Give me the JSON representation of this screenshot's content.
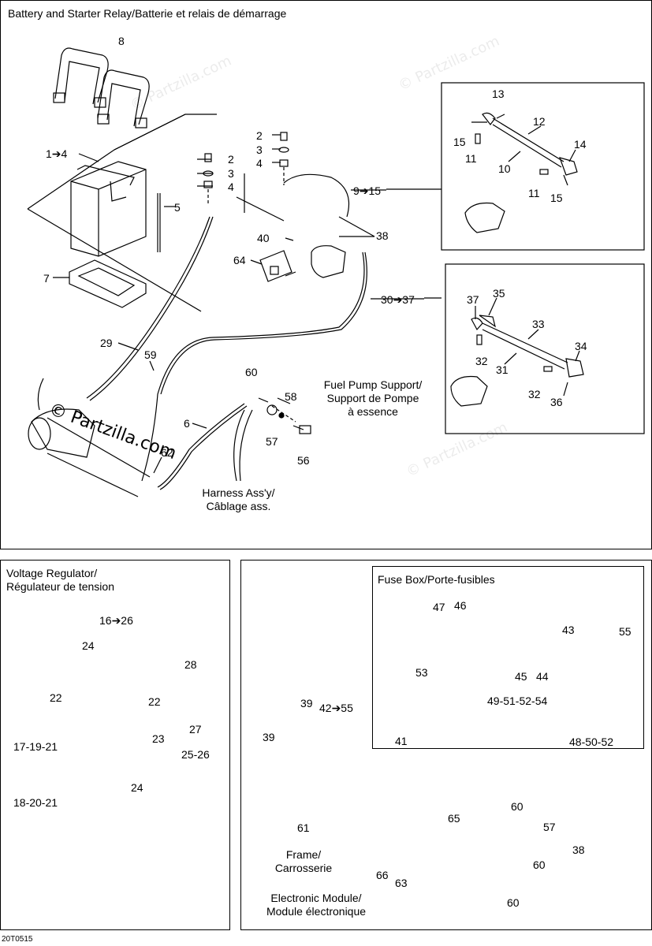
{
  "top_panel": {
    "title": "Battery and Starter Relay/Batterie et relais de démarrage",
    "labels": {
      "l8": "8",
      "l1_4": "1➔4",
      "l2a": "2",
      "l3a": "3",
      "l4a": "4",
      "l5": "5",
      "l7": "7",
      "l2b": "2",
      "l3b": "3",
      "l4b": "4",
      "l9_15": "9➔15",
      "l40": "40",
      "l38": "38",
      "l64": "64",
      "l30_37": "30➔37",
      "l29": "29",
      "l59": "59",
      "l60": "60",
      "l58": "58",
      "l57": "57",
      "l56": "56",
      "l6": "6",
      "l62": "62",
      "fuel_pump_line1": "Fuel Pump Support/",
      "fuel_pump_line2": "Support de Pompe",
      "fuel_pump_line3": "à essence",
      "harness_line1": "Harness Ass'y/",
      "harness_line2": "Câblage ass."
    },
    "inset1": {
      "l13": "13",
      "l12": "12",
      "l14": "14",
      "l15a": "15",
      "l11a": "11",
      "l10": "10",
      "l11b": "11",
      "l15b": "15"
    },
    "inset2": {
      "l37": "37",
      "l35": "35",
      "l33": "33",
      "l34": "34",
      "l32a": "32",
      "l31": "31",
      "l32b": "32",
      "l36": "36"
    },
    "watermark_main": "© Partzilla.com",
    "watermark_faint": "© Partzilla.com"
  },
  "voltage_panel": {
    "title_line1": "Voltage Regulator/",
    "title_line2": "Régulateur de tension",
    "labels": {
      "l16_26": "16➔26",
      "l24a": "24",
      "l28": "28",
      "l22a": "22",
      "l22b": "22",
      "l27": "27",
      "l17_19_21": "17-19-21",
      "l23": "23",
      "l25_26": "25-26",
      "l18_20_21": "18-20-21",
      "l24b": "24"
    }
  },
  "module_panel": {
    "fuse_box_title": "Fuse Box/Porte-fusibles",
    "labels": {
      "l47": "47",
      "l46": "46",
      "l53": "53",
      "l43": "43",
      "l55a": "55",
      "l45": "45",
      "l44": "44",
      "l49_54": "49-51-52-54",
      "l48_52": "48-50-52",
      "l39a": "39",
      "l42_55": "42➔55",
      "l39b": "39",
      "l41": "41",
      "l61": "61",
      "l60a": "60",
      "l57": "57",
      "l65": "65",
      "l38": "38",
      "l66": "66",
      "l63": "63",
      "l60b": "60",
      "l60c": "60",
      "frame_line1": "Frame/",
      "frame_line2": "Carrosserie",
      "module_line1": "Electronic Module/",
      "module_line2": "Module électronique"
    }
  },
  "footer_code": "20T0515"
}
